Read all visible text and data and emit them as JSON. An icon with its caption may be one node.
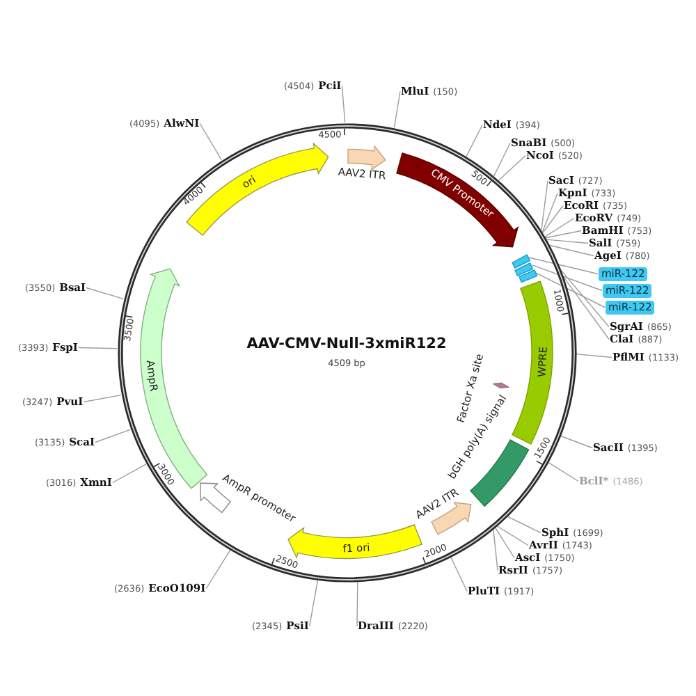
{
  "diagram": {
    "title": "AAV-CMV-Null-3xmiR122",
    "nodes": [
      {
        "text": [
          "PciI"
        ],
        "beside": [
          "(4504)"
        ]
      },
      {
        "text": [
          "MluI"
        ],
        "beside": [
          "(150)"
        ]
      },
      {
        "text": [
          "NdeI"
        ],
        "beside": [
          "(394)"
        ]
      },
      {
        "text": [
          "SnaBI"
        ],
        "beside": [
          "(500)"
        ]
      },
      {
        "text": [
          "NcoI"
        ],
        "beside": [
          "(520)"
        ]
      },
      {
        "text": [
          "SacI"
        ],
        "beside": [
          "(727)"
        ]
      },
      {
        "text": [
          "KpnI"
        ],
        "beside": [
          "(733)"
        ]
      },
      {
        "text": [
          "EcoRI"
        ],
        "beside": [
          "(735)"
        ]
      },
      {
        "text": [
          "EcoRV"
        ],
        "beside": [
          "(749)"
        ]
      },
      {
        "text": [
          "BamHI"
        ],
        "beside": [
          "(753)"
        ]
      },
      {
        "text": [
          "SalI"
        ],
        "beside": [
          "(759)"
        ]
      },
      {
        "text": [
          "AgeI"
        ],
        "beside": [
          "(780)"
        ]
      },
      {
        "text": [
          "miR-122"
        ]
      },
      {
        "text": [
          "miR-122"
        ]
      },
      {
        "text": [
          "miR-122"
        ]
      },
      {
        "text": [
          "SgrAI"
        ],
        "beside": [
          "(865)"
        ]
      },
      {
        "text": [
          "ClaI"
        ],
        "beside": [
          "(887)"
        ]
      },
      {
        "text": [
          "PflMI"
        ],
        "beside": [
          "(1133)"
        ]
      },
      {
        "text": [
          "SacII"
        ],
        "beside": [
          "(1395)"
        ]
      },
      {
        "text": [
          "BclI*"
        ],
        "beside": [
          "(1486)"
        ]
      },
      {
        "text": [
          "SphI"
        ],
        "beside": [
          "(1699)"
        ]
      },
      {
        "text": [
          "AvrII"
        ],
        "beside": [
          "(1743)"
        ]
      },
      {
        "text": [
          "AscI"
        ],
        "beside": [
          "(1750)"
        ]
      },
      {
        "text": [
          "RsrII"
        ],
        "beside": [
          "(1757)"
        ]
      },
      {
        "text": [
          "PluTI"
        ],
        "beside": [
          "(1917)"
        ]
      },
      {
        "text": [
          "DraIII"
        ],
        "beside": [
          "(2220)"
        ]
      },
      {
        "text": [
          "PsiI"
        ],
        "beside": [
          "(2345)"
        ]
      },
      {
        "text": [
          "EcoO109I"
        ],
        "beside": [
          "(2636)"
        ]
      },
      {
        "text": [
          "XmnI"
        ],
        "beside": [
          "(3016)"
        ]
      },
      {
        "text": [
          "ScaI"
        ],
        "beside": [
          "(3135)"
        ]
      },
      {
        "text": [
          "PvuI"
        ],
        "beside": [
          "(3247)"
        ]
      },
      {
        "text": [
          "FspI"
        ],
        "beside": [
          "(3393)"
        ]
      },
      {
        "text": [
          "BsaI"
        ],
        "beside": [
          "(3550)"
        ]
      },
      {
        "text": [
          "AlwNI"
        ],
        "beside": [
          "(4095)"
        ]
      },
      {
        "text": [],
        "shape": "circle"
      },
      {
        "text": [
          "AAV2 ITR"
        ],
        "in": 34
      },
      {
        "text": [
          "CMV Promoter"
        ],
        "in": 34
      },
      {
        "text": [],
        "shape": "box",
        "in": 34
      },
      {
        "text": [],
        "shape": "box",
        "in": 34
      },
      {
        "text": [],
        "shape": "box",
        "in": 34
      },
      {
        "text": [
          "WPRE"
        ],
        "in": 34
      },
      {
        "text": [
          "Factor Xa site"
        ],
        "in": 34
      },
      {
        "text": [
          "bGH poly(A) signal"
        ],
        "in": 34
      },
      {
        "text": [
          "AAV2 ITR"
        ],
        "in": 34
      },
      {
        "text": [
          "f1 ori"
        ],
        "in": 34
      },
      {
        "text": [
          "AmpR promoter"
        ],
        "in": 34
      },
      {
        "text": [
          "AmpR"
        ],
        "in": 34
      },
      {
        "text": [
          "ori"
        ],
        "in": 34
      }
    ],
    "edges": [
      {
        "from": 0,
        "to": 34,
        "arrow": "none"
      },
      {
        "from": 1,
        "to": 34,
        "arrow": "none"
      },
      {
        "from": 2,
        "to": 34,
        "arrow": "none"
      },
      {
        "from": 3,
        "to": 34,
        "arrow": "none"
      },
      {
        "from": 4,
        "to": 34,
        "arrow": "none"
      },
      {
        "from": 5,
        "to": 34,
        "arrow": "none"
      },
      {
        "from": 6,
        "to": 34,
        "arrow": "none"
      },
      {
        "from": 7,
        "to": 34,
        "arrow": "none"
      },
      {
        "from": 8,
        "to": 34,
        "arrow": "none"
      },
      {
        "from": 9,
        "to": 34,
        "arrow": "none"
      },
      {
        "from": 10,
        "to": 34,
        "arrow": "none"
      },
      {
        "from": 11,
        "to": 34,
        "arrow": "none"
      },
      {
        "from": 12,
        "to": 37,
        "arrow": "none"
      },
      {
        "from": 13,
        "to": 38,
        "arrow": "none"
      },
      {
        "from": 14,
        "to": 39,
        "arrow": "none"
      },
      {
        "from": 15,
        "to": 34,
        "arrow": "none"
      },
      {
        "from": 16,
        "to": 34,
        "arrow": "none"
      },
      {
        "from": 17,
        "to": 34,
        "arrow": "none"
      },
      {
        "from": 18,
        "to": 34,
        "arrow": "none"
      },
      {
        "from": 19,
        "to": 34,
        "arrow": "none"
      },
      {
        "from": 20,
        "to": 34,
        "arrow": "none"
      },
      {
        "from": 21,
        "to": 34,
        "arrow": "none"
      },
      {
        "from": 22,
        "to": 34,
        "arrow": "none"
      },
      {
        "from": 23,
        "to": 34,
        "arrow": "none"
      },
      {
        "from": 24,
        "to": 34,
        "arrow": "none"
      },
      {
        "from": 25,
        "to": 34,
        "arrow": "none"
      },
      {
        "from": 26,
        "to": 34,
        "arrow": "none"
      },
      {
        "from": 27,
        "to": 34,
        "arrow": "none"
      },
      {
        "from": 28,
        "to": 34,
        "arrow": "none"
      },
      {
        "from": 29,
        "to": 34,
        "arrow": "none"
      },
      {
        "from": 30,
        "to": 34,
        "arrow": "none"
      },
      {
        "from": 31,
        "to": 34,
        "arrow": "none"
      },
      {
        "from": 32,
        "to": 34,
        "arrow": "none"
      },
      {
        "from": 33,
        "to": 34,
        "arrow": "none"
      }
    ],
    "labels": [
      "4509 bp",
      "500",
      "1000",
      "1500",
      "2000",
      "2500",
      "3000",
      "3500",
      "4000",
      "4500"
    ]
  }
}
